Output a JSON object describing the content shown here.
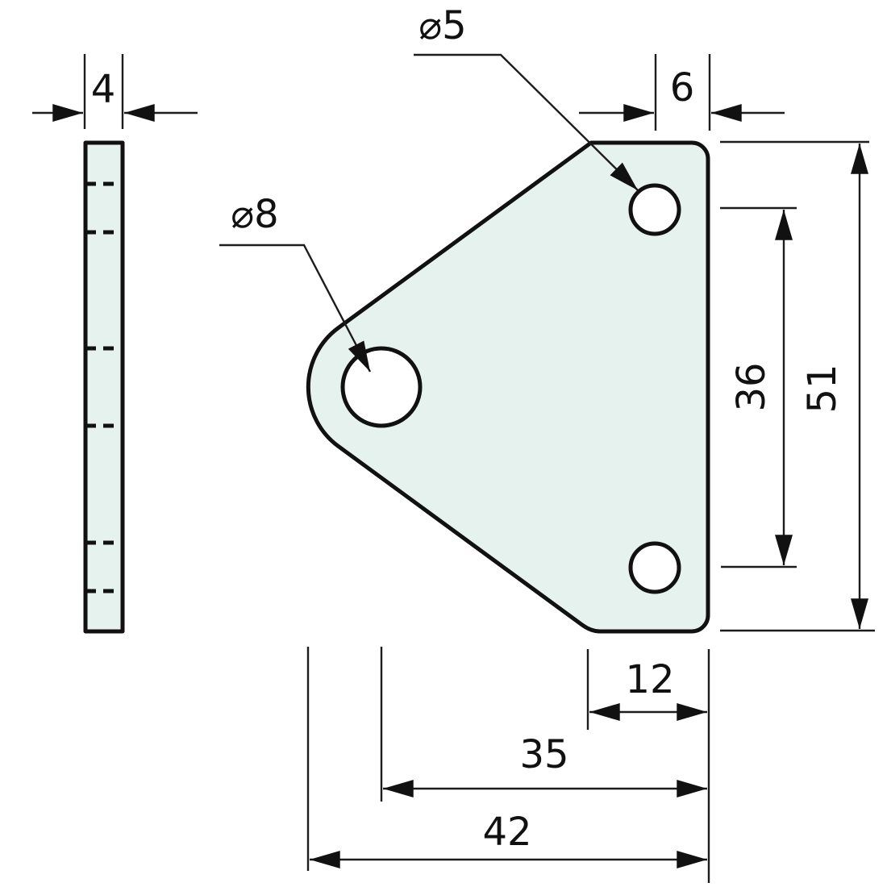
{
  "drawing": {
    "type": "engineering-dimension-drawing",
    "part": "flat-mounting-plate-two-views",
    "colors": {
      "line": "#111111",
      "plate_fill": "#e6f2ee",
      "background": "#ffffff"
    },
    "dims": {
      "thickness": "4",
      "hole_offset_right": "6",
      "dia_small_hole": "⌀5",
      "dia_large_hole": "⌀8",
      "hole_spacing_vertical": "36",
      "total_height": "51",
      "bottom_edge_length": "12",
      "large_hole_to_right_edge": "35",
      "total_width": "42"
    }
  }
}
